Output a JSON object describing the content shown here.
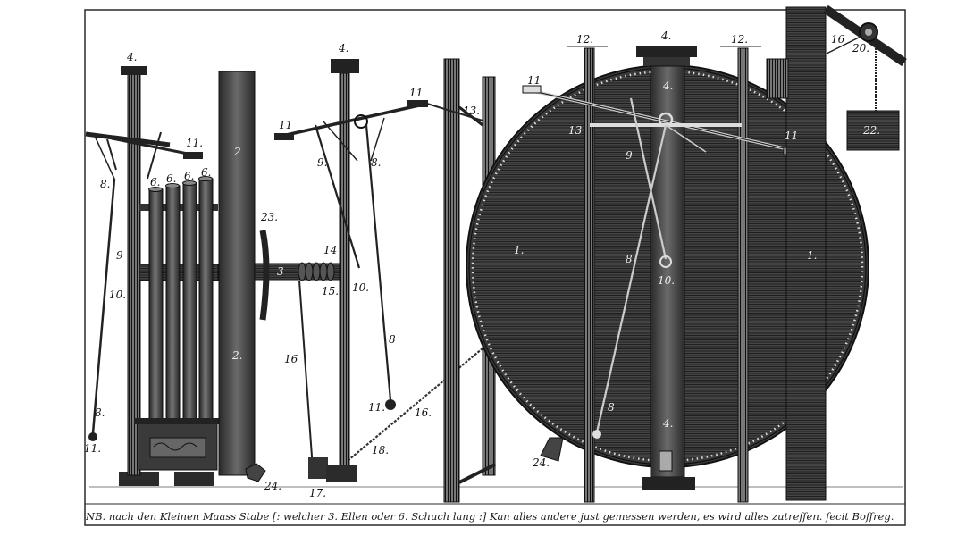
{
  "caption": "NB. nach den Kleinen Maass Stabe [: welcher 3. Ellen oder 6. Schuch lang :] Kan alles andere just gemessen werden, es wird alles zutreffen. fecit Boffreg.",
  "labels": {
    "n1": "1.",
    "n2": "2",
    "n2b": "2.",
    "n3": "3",
    "n4": "4.",
    "n6": "6.",
    "n8": "8",
    "n8b": "8.",
    "n9": "9",
    "n9b": "9.",
    "n10": "10.",
    "n11": "11",
    "n11b": "11.",
    "n12": "12.",
    "n12b": "12",
    "n13": "13",
    "n13b": "13.",
    "n14": "14",
    "n15": "15.",
    "n16": "16",
    "n16b": "16.",
    "n17": "17.",
    "n18": "18.",
    "n20": "20.",
    "n22": "22.",
    "n23": "23.",
    "n24": "24",
    "n24b": "24."
  },
  "colors": {
    "ink": "#1a1a1a",
    "paper": "#ffffff",
    "frame": "#2a2a2a",
    "wheel": "#3a3a3a"
  }
}
